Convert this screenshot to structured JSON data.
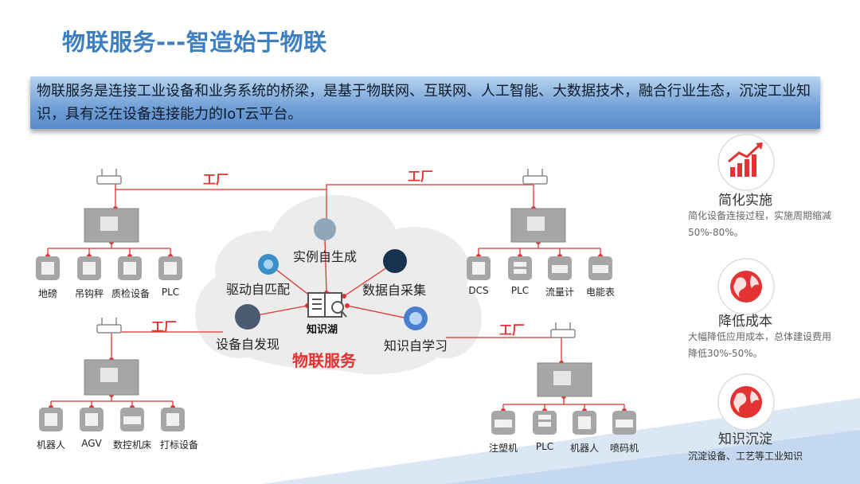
{
  "title": "物联服务---智造始于物联",
  "banner": "物联服务是连接工业设备和业务系统的桥梁，是基于物联网、互联网、人工智能、大数据技术，融合行业生态，沉淀工业知识，具有泛在设备连接能力的IoT云平台。",
  "factory_label": "工厂",
  "cloud": {
    "title": "物联服务",
    "hub": "知识湖",
    "nodes": [
      "实例自生成",
      "驱动自匹配",
      "数据自采集",
      "设备自发现",
      "知识自学习"
    ]
  },
  "factories": {
    "top_left": [
      "地磅",
      "吊钩秤",
      "质检设备",
      "PLC"
    ],
    "top_right": [
      "DCS",
      "PLC",
      "流量计",
      "电能表"
    ],
    "bottom_left": [
      "机器人",
      "AGV",
      "数控机床",
      "打标设备"
    ],
    "bottom_right": [
      "注塑机",
      "PLC",
      "机器人",
      "喷码机"
    ]
  },
  "features": [
    {
      "title": "简化实施",
      "desc": "简化设备连接过程，实施周期缩减50%-80%。",
      "icon": "growth-chart-icon"
    },
    {
      "title": "降低成本",
      "desc": "大幅降低应用成本，总体建设费用降低30%-50%。",
      "icon": "globe-icon"
    },
    {
      "title": "知识沉淀",
      "desc": "沉淀设备、工艺等工业知识",
      "icon": "globe-icon"
    }
  ],
  "colors": {
    "accent": "#e23232",
    "title": "#3d7fbf",
    "device": "#a6a6a6",
    "cloud": "#ececec"
  }
}
